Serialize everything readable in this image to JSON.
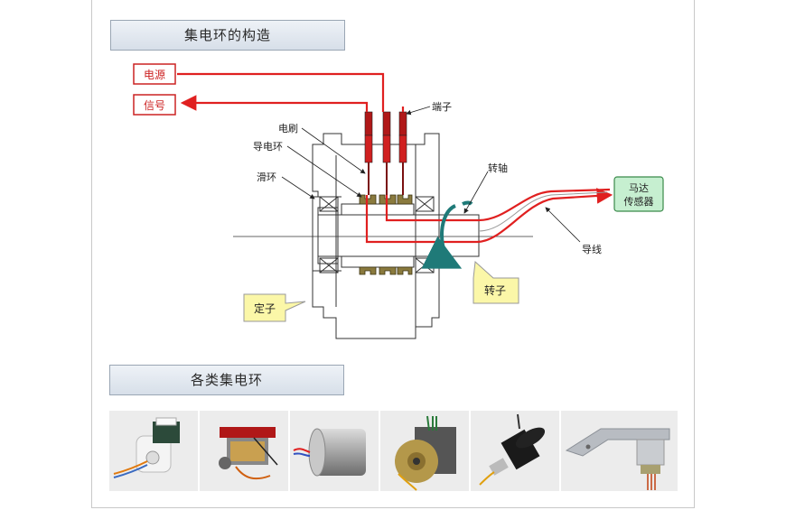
{
  "sections": {
    "structure_title": "集电环的构造",
    "types_title": "各类集电环"
  },
  "labels": {
    "power": "电源",
    "signal": "信号",
    "terminal": "端子",
    "brush": "电刷",
    "conductive_ring": "导电环",
    "slip_ring": "滑环",
    "shaft": "转轴",
    "motor_sensor": [
      "马达",
      "传感器"
    ],
    "wire": "导线",
    "rotor": "转子",
    "stator": "定子"
  },
  "colors": {
    "wire_red": "#e02020",
    "signal_box": "#cc2222",
    "callout_yellow": "#fbf7a8",
    "sensor_green": "#c6efd0",
    "arrow_teal": "#1f7a78",
    "brush_dark": "#7a1010",
    "ring_olive": "#8a7a3e"
  },
  "photos": [
    {
      "name": "white-housing-slip-ring",
      "icon": "photo-white-slip-ring"
    },
    {
      "name": "red-frame-slip-ring",
      "icon": "photo-red-frame-slip-ring"
    },
    {
      "name": "silver-cylinder-slip-ring",
      "icon": "photo-silver-cylinder"
    },
    {
      "name": "square-flange-slip-ring",
      "icon": "photo-square-flange"
    },
    {
      "name": "black-flange-slip-ring",
      "icon": "photo-black-flange"
    },
    {
      "name": "bracket-mounted-slip-ring",
      "icon": "photo-bracket-mount"
    }
  ]
}
